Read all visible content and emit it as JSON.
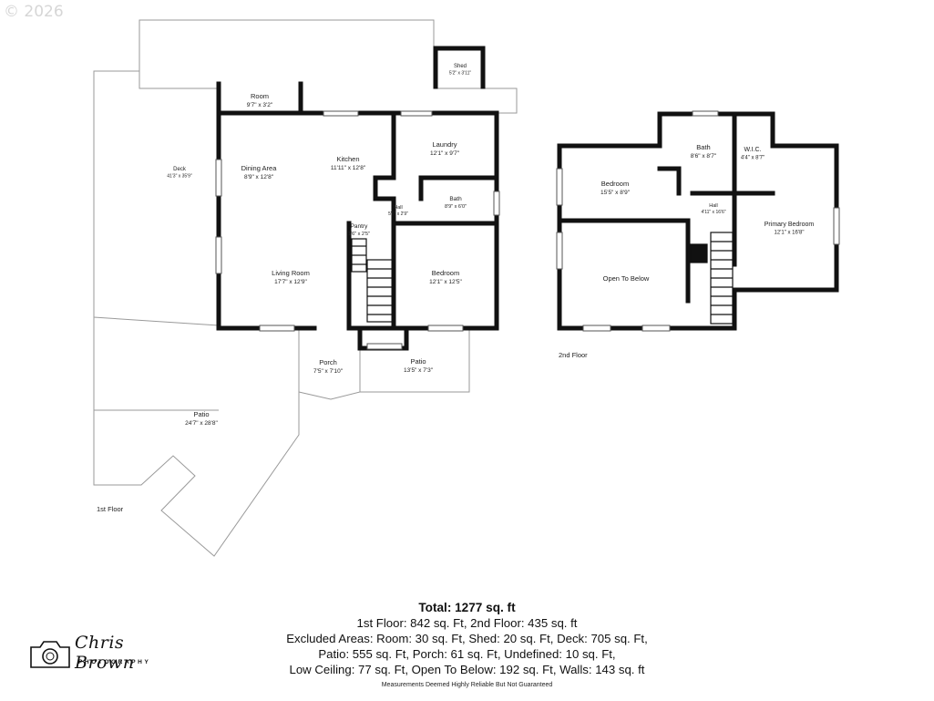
{
  "watermark": "© 2026",
  "floors": [
    {
      "label": "1st Floor",
      "rooms": [
        {
          "id": "room-small",
          "name": "Room",
          "dims": "9'7\" x 3'2\""
        },
        {
          "id": "shed",
          "name": "Shed",
          "dims": "5'2\" x 3'11\""
        },
        {
          "id": "deck",
          "name": "Deck",
          "dims": "41'3\" x 35'9\""
        },
        {
          "id": "dining-area",
          "name": "Dining Area",
          "dims": "8'9\" x 12'8\""
        },
        {
          "id": "kitchen",
          "name": "Kitchen",
          "dims": "11'11\" x 12'8\""
        },
        {
          "id": "laundry",
          "name": "Laundry",
          "dims": "12'1\" x 9'7\""
        },
        {
          "id": "hall-1",
          "name": "Hall",
          "dims": "5'6\" x 2'9\""
        },
        {
          "id": "bath-1",
          "name": "Bath",
          "dims": "8'9\" x 6'0\""
        },
        {
          "id": "pantry",
          "name": "Pantry",
          "dims": "1'6\" x 2'5\""
        },
        {
          "id": "living-room",
          "name": "Living Room",
          "dims": "17'7\" x 12'9\""
        },
        {
          "id": "bedroom-1",
          "name": "Bedroom",
          "dims": "12'1\" x 12'5\""
        },
        {
          "id": "porch",
          "name": "Porch",
          "dims": "7'5\" x 7'10\""
        },
        {
          "id": "patio-small",
          "name": "Patio",
          "dims": "13'5\" x 7'3\""
        },
        {
          "id": "patio-large",
          "name": "Patio",
          "dims": "24'7\" x 28'8\""
        }
      ]
    },
    {
      "label": "2nd Floor",
      "rooms": [
        {
          "id": "bedroom-2",
          "name": "Bedroom",
          "dims": "15'5\" x 8'9\""
        },
        {
          "id": "bath-2",
          "name": "Bath",
          "dims": "8'6\" x 8'7\""
        },
        {
          "id": "wic",
          "name": "W.I.C.",
          "dims": "4'4\" x 8'7\""
        },
        {
          "id": "hall-2",
          "name": "Hall",
          "dims": "4'11\" x 16'6\""
        },
        {
          "id": "primary-bedroom",
          "name": "Primary Bedroom",
          "dims": "12'1\" x 16'8\""
        },
        {
          "id": "open-to-below",
          "name": "Open To Below",
          "dims": ""
        }
      ]
    }
  ],
  "summary": {
    "total": "Total: 1277 sq. ft",
    "floors_line": "1st Floor: 842 sq. Ft, 2nd Floor: 435 sq. ft",
    "excluded_line1": "Excluded Areas: Room: 30 sq. Ft, Shed: 20 sq. Ft, Deck: 705 sq. Ft,",
    "excluded_line2": "Patio: 555 sq. Ft, Porch: 61 sq. Ft, Undefined: 10 sq. Ft,",
    "excluded_line3": "Low Ceiling: 77 sq. Ft, Open To Below: 192 sq. Ft, Walls: 143 sq. ft",
    "disclaimer": "Measurements Deemed Highly Reliable But Not Guaranteed"
  },
  "logo": {
    "text": "Chris Brown",
    "subtext": "PHOTOGRAPHY"
  }
}
